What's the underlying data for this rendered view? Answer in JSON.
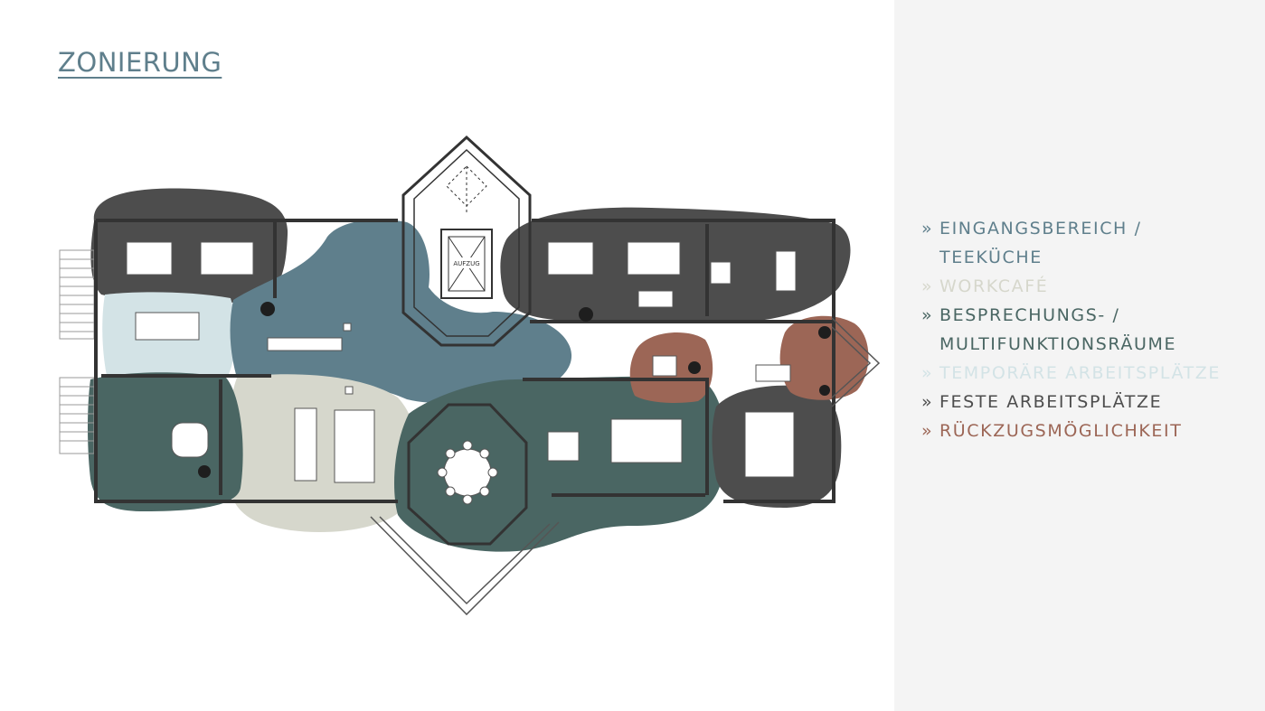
{
  "title": "ZONIERUNG",
  "plan": {
    "elevator_label": "AUFZUG"
  },
  "legend": {
    "marker": "»",
    "items": [
      {
        "id": "eingang",
        "lines": [
          "EINGANGSBEREICH /",
          "TEEKÜCHE"
        ],
        "color": "#5f7f8c"
      },
      {
        "id": "workcafe",
        "lines": [
          "WORKCAFÉ"
        ],
        "color": "#d6d7cc"
      },
      {
        "id": "besprechung",
        "lines": [
          "BESPRECHUNGS- /",
          "MULTIFUNKTIONSRÄUME"
        ],
        "color": "#4a6663"
      },
      {
        "id": "temporaer",
        "lines": [
          "TEMPORÄRE ARBEITSPLÄTZE"
        ],
        "color": "#d3e3e6"
      },
      {
        "id": "fest",
        "lines": [
          "FESTE ARBEITSPLÄTZE"
        ],
        "color": "#4d4d4d"
      },
      {
        "id": "rueckzug",
        "lines": [
          "RÜCKZUGSMÖGLICHKEIT"
        ],
        "color": "#9c6656"
      }
    ]
  }
}
